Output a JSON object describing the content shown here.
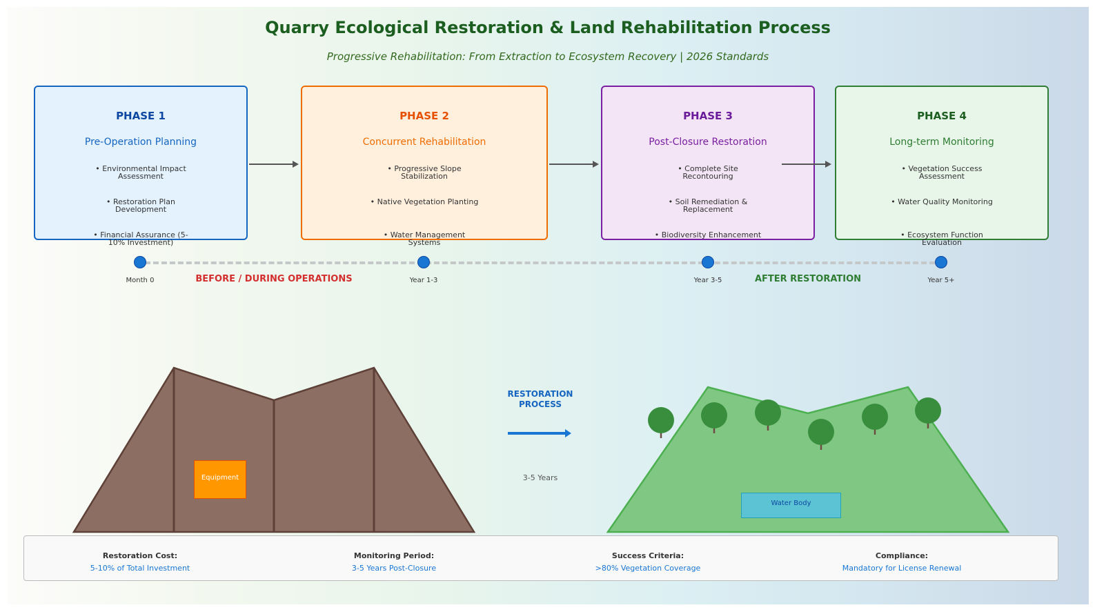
{
  "title": "Quarry Ecological Restoration & Land Rehabilitation Process",
  "subtitle": "Progressive Rehabilitation: From Extraction to Ecosystem Recovery | 2026 Standards",
  "phases": [
    {
      "number": "PHASE 1",
      "name": "Pre-Operation Planning",
      "items": [
        "• Environmental Impact Assessment",
        "• Restoration Plan Development",
        "• Financial Assurance (5-10% Investment)"
      ],
      "border": "#1565c0",
      "bg": "#e3f2fd",
      "num_color": "#0d47a1",
      "name_color": "#1565c0"
    },
    {
      "number": "PHASE 2",
      "name": "Concurrent Rehabilitation",
      "items": [
        "• Progressive Slope Stabilization",
        "• Native Vegetation Planting",
        "• Water Management Systems"
      ],
      "border": "#ef6c00",
      "bg": "#fff0de",
      "num_color": "#e65100",
      "name_color": "#ef6c00"
    },
    {
      "number": "PHASE 3",
      "name": "Post-Closure Restoration",
      "items": [
        "• Complete Site Recontouring",
        "• Soil Remediation & Replacement",
        "• Biodiversity Enhancement"
      ],
      "border": "#7b1fa2",
      "bg": "#f3e5f5",
      "num_color": "#6a1b9a",
      "name_color": "#7b1fa2"
    },
    {
      "number": "PHASE 4",
      "name": "Long-term Monitoring",
      "items": [
        "• Vegetation Success Assessment",
        "• Water Quality Monitoring",
        "• Ecosystem Function Evaluation"
      ],
      "border": "#2e7d32",
      "bg": "#e8f5e9",
      "num_color": "#1b5e20",
      "name_color": "#2e7d32"
    }
  ],
  "milestones": [
    "Month 0",
    "Year 1-3",
    "Year 3-5",
    "Year 5+"
  ],
  "sections": {
    "before": "BEFORE / DURING OPERATIONS",
    "after": "AFTER RESTORATION"
  },
  "scene": {
    "equipment": "Equipment",
    "water": "Water Body",
    "process_label": "RESTORATION PROCESS",
    "duration": "3-5 Years"
  },
  "footer": [
    {
      "label": "Restoration Cost:",
      "value": "5-10% of Total Investment"
    },
    {
      "label": "Monitoring Period:",
      "value": "3-5 Years Post-Closure"
    },
    {
      "label": "Success Criteria:",
      "value": ">80% Vegetation Coverage"
    },
    {
      "label": "Compliance:",
      "value": "Mandatory for License Renewal"
    }
  ],
  "colors": {
    "before_label": "#d32f2f",
    "after_label": "#2e7d32",
    "quarry_fill": "#8d6e63",
    "quarry_stroke": "#5d4037",
    "hill_fill": "#81c784",
    "hill_stroke": "#4caf50",
    "tree": "#388e3c",
    "trunk": "#6d4c41"
  }
}
